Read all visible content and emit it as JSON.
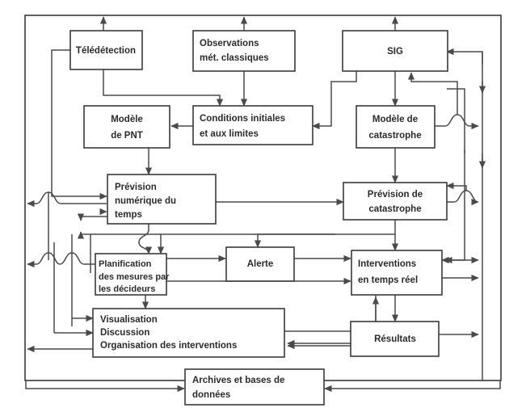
{
  "diagram": {
    "title": "Archives et bases de données flow diagram",
    "language": "fr",
    "background_color": "#ffffff",
    "line_color": "#4a4a4a",
    "box_border_color": "#3a3a3a",
    "box_fill_color": "#ffffff",
    "text_color": "#2b2b2b",
    "nodes": [
      {
        "id": "teledetection",
        "lines": [
          "Télédétection"
        ],
        "align": "center"
      },
      {
        "id": "observations",
        "lines": [
          "Observations",
          "mét. classiques"
        ],
        "align": "start"
      },
      {
        "id": "sig",
        "lines": [
          "SIG"
        ],
        "align": "center"
      },
      {
        "id": "modele-pnt",
        "lines": [
          "Modèle",
          "de PNT"
        ],
        "align": "center"
      },
      {
        "id": "conditions-initiales",
        "lines": [
          "Conditions initiales",
          "et aux limites"
        ],
        "align": "start"
      },
      {
        "id": "modele-catastrophe",
        "lines": [
          "Modèle de",
          "catastrophe"
        ],
        "align": "center"
      },
      {
        "id": "prevision-numerique",
        "lines": [
          "Prévision",
          "numérique du",
          "temps"
        ],
        "align": "start"
      },
      {
        "id": "prevision-catastrophe",
        "lines": [
          "Prévision de",
          "catastrophe"
        ],
        "align": "center"
      },
      {
        "id": "planification",
        "lines": [
          "Planification",
          "des mesures par",
          "les décideurs"
        ],
        "align": "start"
      },
      {
        "id": "alerte",
        "lines": [
          "Alerte"
        ],
        "align": "center"
      },
      {
        "id": "interventions",
        "lines": [
          "Interventions",
          "en temps réel"
        ],
        "align": "start"
      },
      {
        "id": "visualisation",
        "lines": [
          "Visualisation",
          "Discussion",
          "Organisation des interventions"
        ],
        "align": "start"
      },
      {
        "id": "resultats",
        "lines": [
          "Résultats"
        ],
        "align": "center"
      },
      {
        "id": "archives",
        "lines": [
          "Archives et bases de",
          "données"
        ],
        "align": "start"
      }
    ]
  }
}
